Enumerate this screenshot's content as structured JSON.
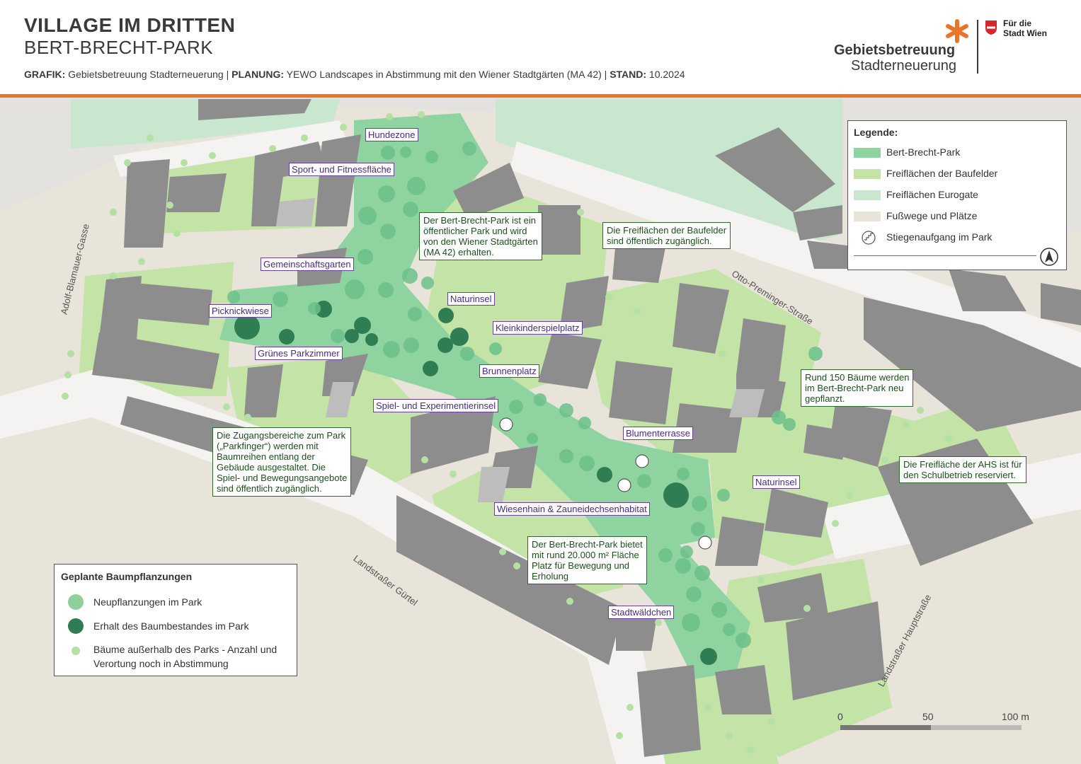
{
  "header": {
    "title": "VILLAGE IM DRITTEN",
    "subtitle": "BERT-BRECHT-PARK",
    "credits": [
      {
        "label": "GRAFIK:",
        "text": " Gebietsbetreuung Stadterneuerung | "
      },
      {
        "label": "PLANUNG:",
        "text": " YEWO Landscapes in Abstimmung mit den Wiener Stadtgärten (MA 42) | "
      },
      {
        "label": "STAND:",
        "text": " 10.2024"
      }
    ]
  },
  "logo": {
    "line1": "Gebietsbetreuung",
    "line2": "Stadterneuerung",
    "wien_line1": "Für die",
    "wien_line2": "Stadt Wien",
    "accent": "#e8752a",
    "wien_red": "#d7262f"
  },
  "colors": {
    "park": "#8fd3a0",
    "baufelder": "#c3e3a7",
    "eurogate": "#c9e7cf",
    "paths": "#e9e4da",
    "building": "#8d8d8d",
    "label_border": "#6b3fa0",
    "note_border": "#2e6b2e"
  },
  "park_labels": [
    "Hundezone",
    "Sport- und Fitnessfläche",
    "Gemeinschaftsgarten",
    "Picknickwiese",
    "Grünes Parkzimmer",
    "Naturinsel",
    "Kleinkinderspielplatz",
    "Brunnenplatz",
    "Spiel- und Experimentierinsel",
    "Blumenterrasse",
    "Naturinsel",
    "Wiesenhain & Zauneidechsenhabitat",
    "Stadtwäldchen"
  ],
  "notes": [
    [
      "Der Bert-Brecht-Park ist ein",
      "öffentlicher Park und wird",
      "von den Wiener Stadtgärten",
      "(MA 42) erhalten."
    ],
    [
      "Die Freiflächen der Baufelder",
      "sind öffentlich zugänglich."
    ],
    [
      "Rund 150 Bäume werden",
      "im Bert-Brecht-Park neu",
      "gepflanzt."
    ],
    [
      "Die Freifläche der AHS ist für",
      "den Schulbetrieb reserviert."
    ],
    [
      "Die Zugangsbereiche zum Park",
      "(„Parkfinger“) werden mit",
      "Baumreihen entlang der",
      "Gebäude ausgestaltet. Die",
      "Spiel- und Bewegungsangebote",
      "sind öffentlich zugänglich."
    ],
    [
      "Der Bert-Brecht-Park bietet",
      "mit rund 20.000 m² Fläche",
      "Platz für Bewegung und",
      "Erholung"
    ]
  ],
  "streets": [
    "Adolf-Blamauer-Gasse",
    "Otto-Preminger-Straße",
    "Landstraßer Gürtel",
    "Landstraßer Hauptstraße"
  ],
  "legend": {
    "title": "Legende:",
    "items": [
      {
        "label": "Bert-Brecht-Park",
        "color": "#8fd3a0"
      },
      {
        "label": "Freiflächen der Baufelder",
        "color": "#c3e3a7"
      },
      {
        "label": "Freiflächen Eurogate",
        "color": "#c9e7cf"
      },
      {
        "label": "Fußwege und Plätze",
        "color": "#e9e4da"
      },
      {
        "label": "Stiegenaufgang im Park",
        "icon": "stairs-icon"
      }
    ],
    "north_icon": "north-arrow-icon"
  },
  "tree_legend": {
    "title": "Geplante Baumpflanzungen",
    "items": [
      {
        "lines": [
          "Neupflanzungen im Park"
        ],
        "color": "#8fcf9c"
      },
      {
        "lines": [
          "Erhalt des Baumbestandes im Park"
        ],
        "color": "#2f7d52"
      },
      {
        "lines": [
          "Bäume außerhalb des Parks - Anzahl und",
          "Verortung noch in Abstimmung"
        ],
        "color": "#b5e0a4"
      }
    ]
  },
  "scale": {
    "labels": [
      "0",
      "50",
      "100 m"
    ]
  }
}
